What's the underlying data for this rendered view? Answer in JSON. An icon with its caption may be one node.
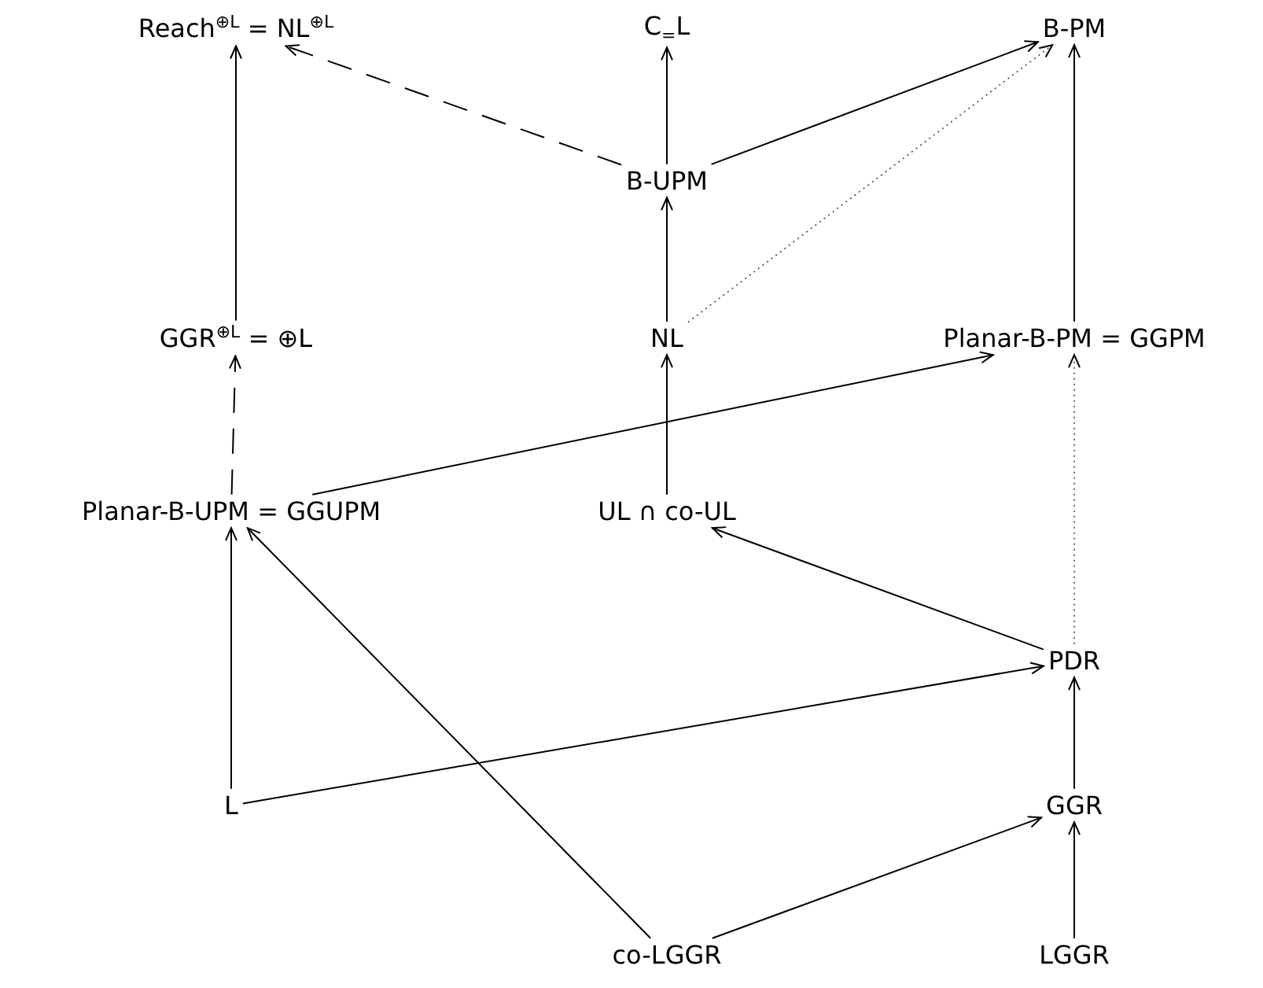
{
  "diagram": {
    "nodes": [
      {
        "text": [
          "Reach$^{⊕L}$ = NL$^{⊕L}$"
        ]
      },
      {
        "text": [
          "C$_{=}$L"
        ]
      },
      {
        "text": [
          "B-PM"
        ]
      },
      {
        "text": [
          "B-UPM"
        ]
      },
      {
        "text": [
          "GGR$^{⊕L}$ = ⊕L"
        ]
      },
      {
        "text": [
          "NL"
        ]
      },
      {
        "text": [
          "Planar-B-PM = GGPM"
        ]
      },
      {
        "text": [
          "Planar-B-UPM = GGUPM"
        ]
      },
      {
        "text": [
          "UL ∩ co-UL"
        ]
      },
      {
        "text": [
          "PDR"
        ]
      },
      {
        "text": [
          "L"
        ]
      },
      {
        "text": [
          "GGR"
        ]
      },
      {
        "text": [
          "co-LGGR"
        ]
      },
      {
        "text": [
          "LGGR"
        ]
      }
    ],
    "edges": [
      {
        "from": 4,
        "to": 0,
        "arrow": "to"
      },
      {
        "from": 3,
        "to": 0,
        "arrow": "to",
        "style": "dashed"
      },
      {
        "from": 3,
        "to": 1,
        "arrow": "to"
      },
      {
        "from": 3,
        "to": 2,
        "arrow": "to"
      },
      {
        "from": 5,
        "to": 3,
        "arrow": "to"
      },
      {
        "from": 5,
        "to": 2,
        "arrow": "to",
        "style": "dashed",
        "color": "#444444"
      },
      {
        "from": 6,
        "to": 2,
        "arrow": "to"
      },
      {
        "from": 7,
        "to": 4,
        "arrow": "to",
        "style": "dashed"
      },
      {
        "from": 7,
        "to": 6,
        "arrow": "to"
      },
      {
        "from": 8,
        "to": 5,
        "arrow": "to"
      },
      {
        "from": 9,
        "to": 8,
        "arrow": "to"
      },
      {
        "from": 9,
        "to": 6,
        "arrow": "to",
        "style": "dashed",
        "color": "#444444"
      },
      {
        "from": 10,
        "to": 7,
        "arrow": "to"
      },
      {
        "from": 10,
        "to": 9,
        "arrow": "to"
      },
      {
        "from": 12,
        "to": 7,
        "arrow": "to"
      },
      {
        "from": 12,
        "to": 11,
        "arrow": "to"
      },
      {
        "from": 11,
        "to": 9,
        "arrow": "to"
      },
      {
        "from": 13,
        "to": 11,
        "arrow": "to"
      }
    ]
  }
}
